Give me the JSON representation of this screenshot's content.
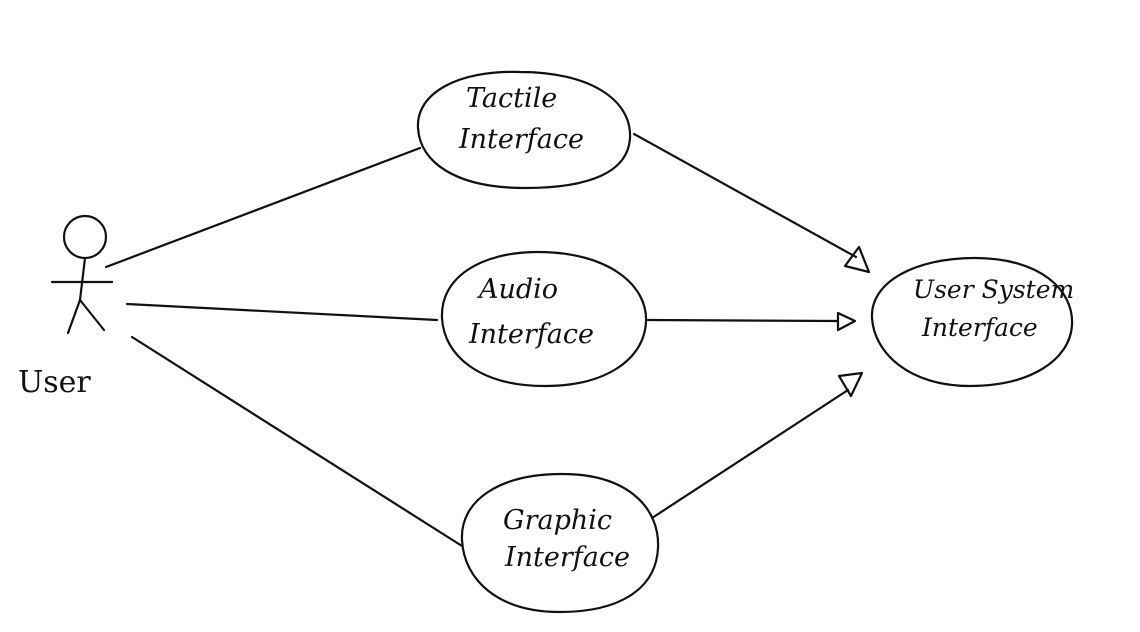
{
  "actor": {
    "label": "User"
  },
  "use_cases": {
    "tactile": {
      "line1": "Tactile",
      "line2": "Interface"
    },
    "audio": {
      "line1": "Audio",
      "line2": "Interface"
    },
    "graphic": {
      "line1": "Graphic",
      "line2": "Interface"
    },
    "system": {
      "line1": "User System",
      "line2": "Interface"
    }
  }
}
